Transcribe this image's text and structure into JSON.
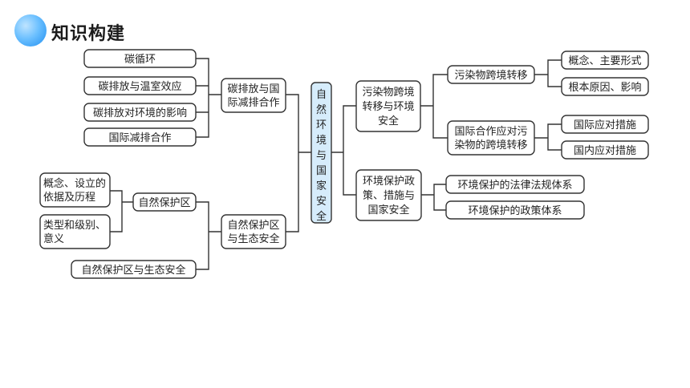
{
  "header": {
    "title": "知识构建"
  },
  "center": {
    "lines": [
      "自",
      "然",
      "环",
      "境",
      "与",
      "国",
      "家",
      "安",
      "全"
    ]
  },
  "left": {
    "carbon_group": {
      "label": [
        "碳排放与国",
        "际减排合作"
      ],
      "items": [
        "碳循环",
        "碳排放与温室效应",
        "碳排放对环境的影响",
        "国际减排合作"
      ]
    },
    "reserve_group": {
      "label": [
        "自然保护区",
        "与生态安全"
      ],
      "reserve_node": "自然保护区",
      "reserve_items": [
        [
          "概念、设立的",
          "依据及历程"
        ],
        [
          "类型和级别、",
          "意义"
        ]
      ],
      "security_item": "自然保护区与生态安全"
    }
  },
  "right": {
    "pollution_group": {
      "label": [
        "污染物跨境",
        "转移与环境",
        "安全"
      ],
      "sub1": {
        "label": "污染物跨境转移",
        "items": [
          "概念、主要形式",
          "根本原因、影响"
        ]
      },
      "sub2": {
        "label": [
          "国际合作应对污",
          "染物的跨境转移"
        ],
        "items": [
          "国际应对措施",
          "国内应对措施"
        ]
      }
    },
    "policy_group": {
      "label": [
        "环境保护政",
        "策、措施与",
        "国家安全"
      ],
      "items": [
        "环境保护的法律法规体系",
        "环境保护的政策体系"
      ]
    }
  }
}
